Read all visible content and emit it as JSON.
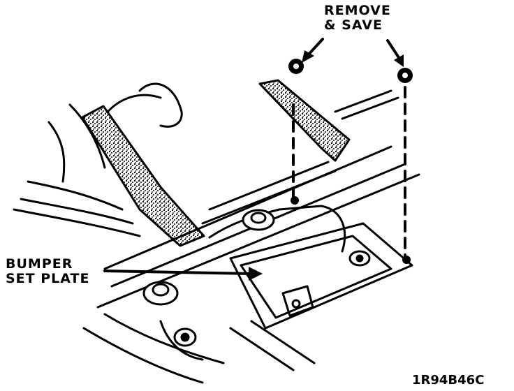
{
  "callouts": {
    "remove_save": [
      "REMOVE",
      "& SAVE"
    ],
    "bumper_set_plate": [
      "BUMPER",
      "SET PLATE"
    ]
  },
  "figure_id": "1R94B46C",
  "colors": {
    "ink": "#000000",
    "paper": "#ffffff"
  },
  "icons": [
    "nut-icon",
    "stud-icon",
    "arrow-icon"
  ]
}
